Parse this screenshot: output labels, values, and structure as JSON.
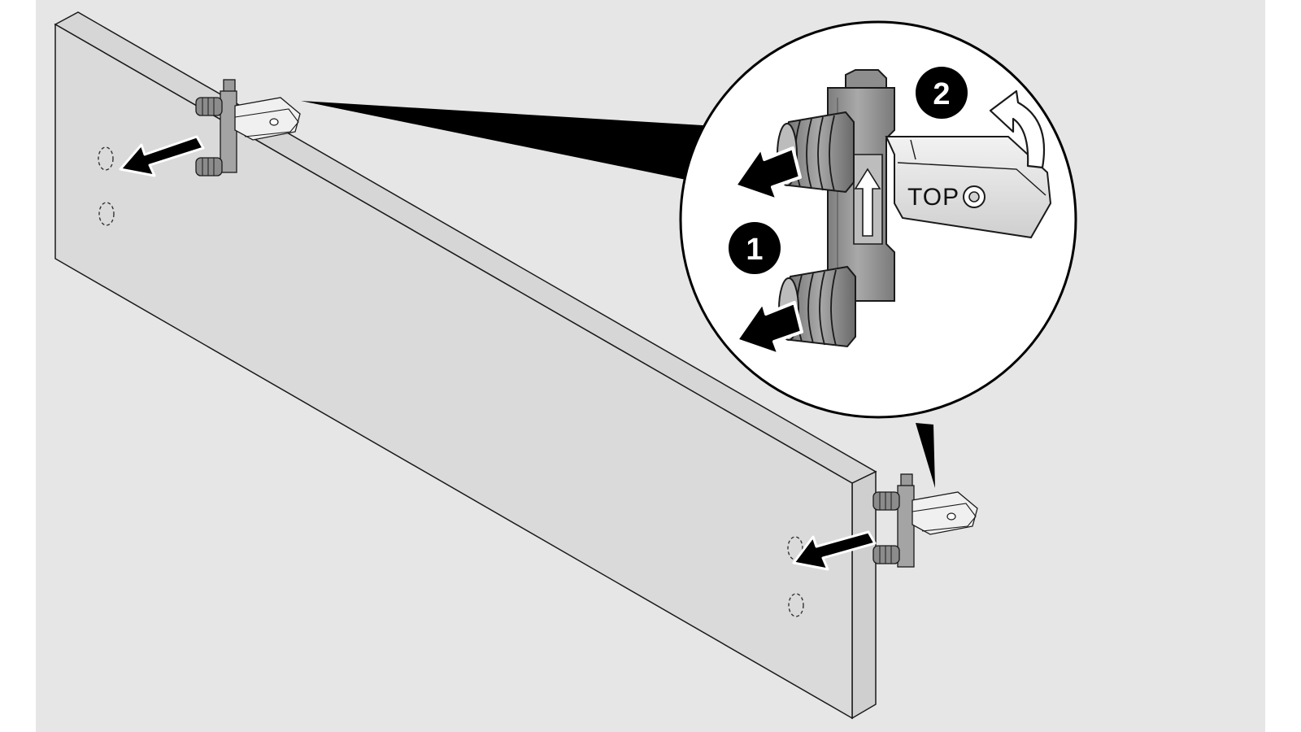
{
  "diagram": {
    "step1_label": "1",
    "step2_label": "2",
    "bracket_label": "TOP",
    "colors": {
      "background": "#e6e6e6",
      "margin": "#ffffff",
      "panel_face": "#dadada",
      "panel_edge": "#d2d2d2",
      "outline": "#1a1a1a",
      "part_dark": "#8a8a8a",
      "part_mid": "#b0b0b0",
      "part_light": "#d8d8d8",
      "arrow": "#000000",
      "magnifier_fill": "#ffffff"
    },
    "icons": [
      "arrow-left-icon",
      "curved-arrow-icon",
      "connector-clip-icon"
    ]
  }
}
